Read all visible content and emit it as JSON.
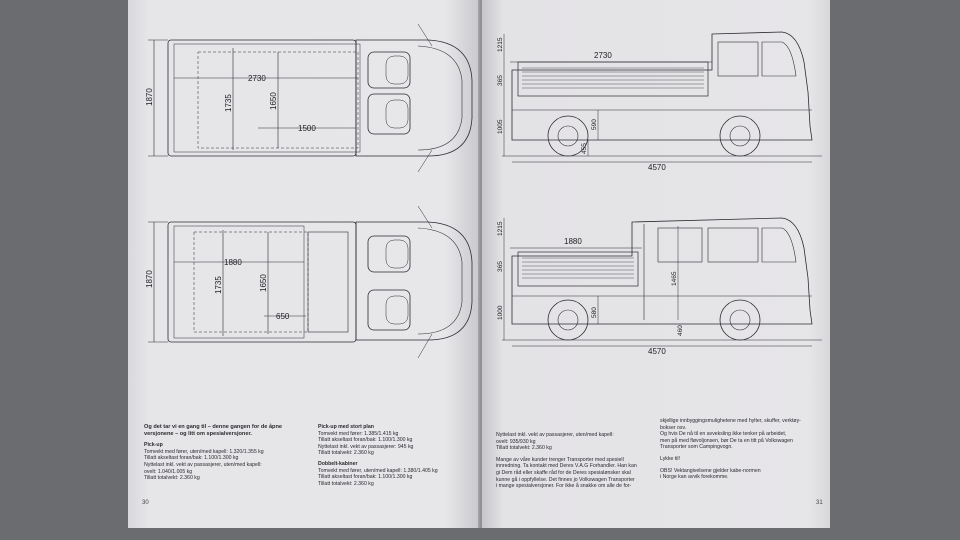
{
  "left_page": {
    "plan_top": {
      "length": "2730",
      "width_outer": "1870",
      "width_inner": "1735",
      "width_bed": "1650",
      "dim_small": "1500"
    },
    "plan_bottom": {
      "length": "1880",
      "width_outer": "1870",
      "width_inner": "1735",
      "width_bed": "1650",
      "dim_small": "650"
    },
    "col1": {
      "intro": "Og det tar vi en gang til – denne gangen for de åpne versjonene – og litt om spesialversjoner.",
      "heading": "Pick-up",
      "lines": [
        "Tomvekt med fører, uten/med kapell: 1.320/1.355 kg",
        "Tillatt akseltast foran/bak: 1.100/1.300 kg",
        "Nyttelast inkl. vekt av passasjerer, uten/med kapell:",
        "ovelt: 1.040/1.005 kg",
        "Tillatt totalvekt: 2.360 kg"
      ]
    },
    "col2": {
      "heading1": "Pick-up med stort plan",
      "lines1": [
        "Tomvekt med fører: 1.385/1.415 kg",
        "Tillatt akseltast foran/bak: 1.100/1.300 kg",
        "Nyttelast inkl. vekt av passasjerer: 945 kg",
        "Tillatt totalvekt: 2.360 kg"
      ],
      "heading2": "Dobbelt-kabiner",
      "lines2": [
        "Tomvekt med fører, uten/med kapell: 1.380/1.405 kg",
        "Tillatt akseltast foran/bak: 1.100/1.300 kg",
        "Tillatt totalvekt: 2.360 kg"
      ]
    },
    "page_number": "30"
  },
  "right_page": {
    "side_top": {
      "bed": "2730",
      "h_total": "1215",
      "h_bed": "365",
      "h_chassis": "1005",
      "h_wheel": "590",
      "h_ground": "455",
      "length": "4570"
    },
    "side_bottom": {
      "bed": "1880",
      "h_total": "1215",
      "h_bed": "365",
      "h_chassis": "1000",
      "h_wheel": "580",
      "h_cab": "1465",
      "h_ground": "460",
      "length": "4570"
    },
    "col1": {
      "lines": [
        "Nyttelast inkl. vekt av passasjerer, uten/med kapell:",
        "ovelt: 935/930 kg",
        "Tillatt totalvekt: 2.360 kg",
        "",
        "Mange av våre kunder trenger Transporter med spesiell",
        "innredning. Ta kontakt med Deres V.A.G Forhandler. Han kan",
        "gi Dem råd eller skaffe råd for de Deres spesialønsker skal",
        "kunne gå i oppfyllelse. Det finnes jo Volkswagen Transporter",
        "i mange spesialversjoner. For ikke å snakke om alle de for-"
      ]
    },
    "col2": {
      "lines": [
        "skjellige innbyggingsmulighetene med hylter, skuffer, verktøy-",
        "bokser osv.",
        "Og hvis De nå til en avveksling ikke tenker på arbeidet,",
        "men på med fløvoljonsen, bør De ta en titt på Volkswagen",
        "Transporter som Campingvogn.",
        "",
        "Lykke til!",
        "",
        "OBS! Vektangivelsene gjelder kabe-normen",
        "i Norge kan avvik forekomme."
      ]
    },
    "page_number": "31"
  }
}
